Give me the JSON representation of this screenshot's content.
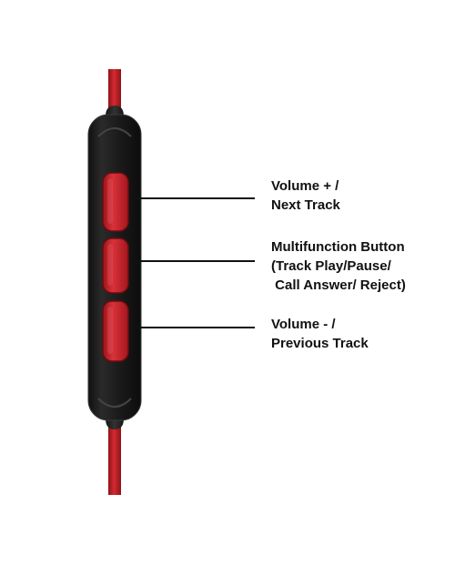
{
  "colors": {
    "cable": "#c8202a",
    "cable_shadow": "#8e1218",
    "remote_body": "#1c1c1c",
    "remote_edge": "#3a3a3a",
    "button_fill": "#c41e26",
    "button_highlight": "#e0444a",
    "leader_line": "#111111",
    "label_text": "#111111"
  },
  "callouts": [
    {
      "id": "volume-up",
      "text": "Volume + /\nNext Track"
    },
    {
      "id": "multifunction",
      "text": "Multifunction Button\n(Track Play/Pause/\n Call Answer/ Reject)"
    },
    {
      "id": "volume-down",
      "text": "Volume - /\nPrevious Track"
    }
  ]
}
